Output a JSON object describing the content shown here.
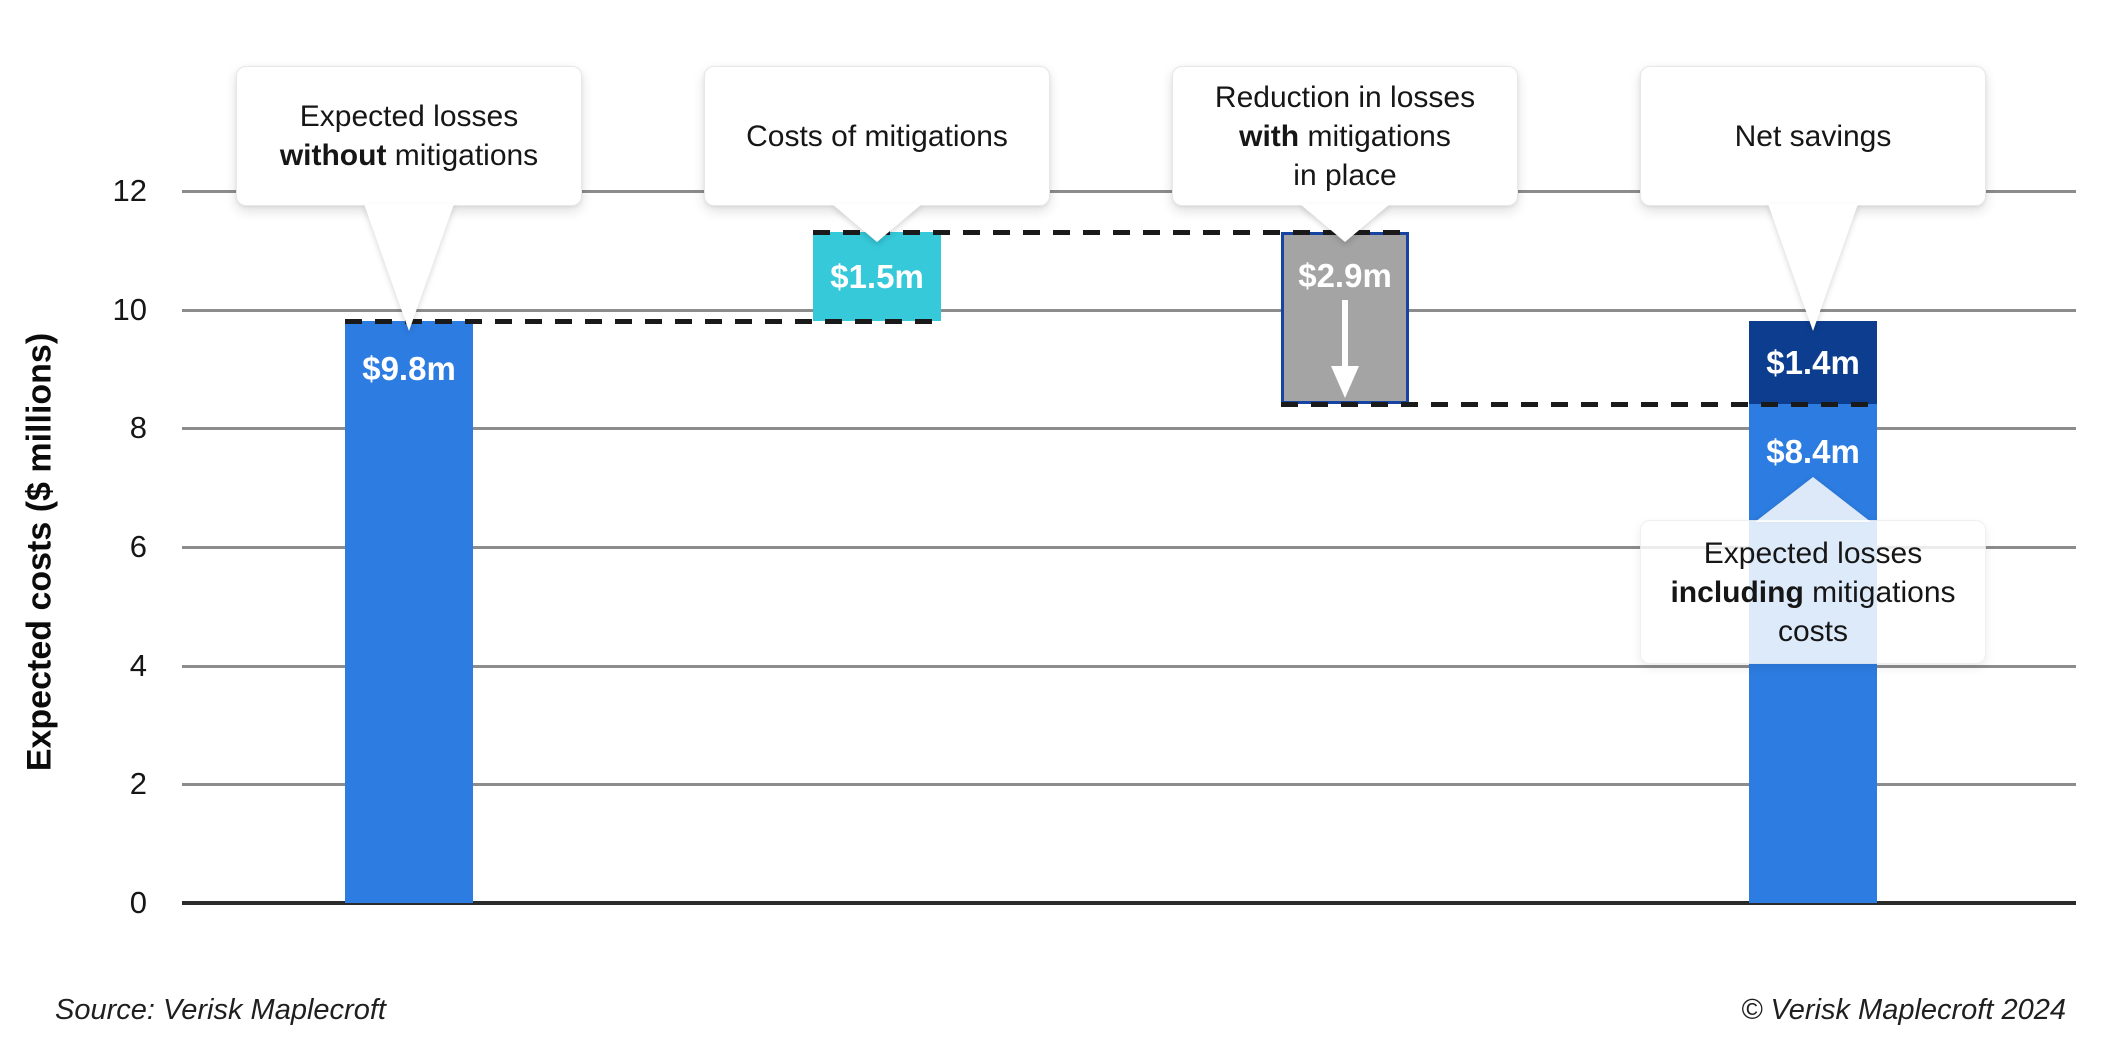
{
  "axis": {
    "title": "Expected costs ($ millions)"
  },
  "footer": {
    "source": "Source: Verisk Maplecroft",
    "copyright": "© Verisk Maplecroft 2024"
  },
  "colors": {
    "blue": "#2d7ce1",
    "cyan": "#36c9da",
    "navy": "#0d3d8f",
    "gray": "#a4a4a4",
    "navy_border": "#1744a0",
    "dash": "#1a1a1a",
    "grid": "#8c8c8c",
    "baseline": "#2b2b2b"
  },
  "chart_data": {
    "type": "bar",
    "subtype": "waterfall",
    "title": "",
    "ylabel": "Expected costs ($ millions)",
    "ylim": [
      0,
      12
    ],
    "yticks": [
      0,
      2,
      4,
      6,
      8,
      10,
      12
    ],
    "grid": true,
    "legend": false,
    "units": "$ millions",
    "bars": [
      {
        "key": "expected-losses-without-mitigations",
        "value_label": "$9.8m",
        "value": 9.8,
        "start": 0,
        "end": 9.8,
        "color": "blue"
      },
      {
        "key": "costs-of-mitigations",
        "value_label": "$1.5m",
        "value": 1.5,
        "start": 9.8,
        "end": 11.3,
        "color": "cyan"
      },
      {
        "key": "reduction-in-losses-with-mitigations",
        "value_label": "$2.9m",
        "value": -2.9,
        "start": 11.3,
        "end": 8.4,
        "color": "gray",
        "border_color": "navy_border",
        "arrow": "down"
      },
      {
        "key": "final-expected-costs",
        "segments": [
          {
            "key": "net-savings",
            "value_label": "$1.4m",
            "value": 1.4,
            "start": 8.4,
            "end": 9.8,
            "color": "navy"
          },
          {
            "key": "expected-losses-including-mitigations-costs",
            "value_label": "$8.4m",
            "value": 8.4,
            "start": 0,
            "end": 8.4,
            "color": "blue"
          }
        ]
      }
    ],
    "connectors": [
      {
        "level": 9.8,
        "from_bar": 0,
        "to_bar": 1
      },
      {
        "level": 11.3,
        "from_bar": 1,
        "to_bar": 2
      },
      {
        "level": 8.4,
        "from_bar": 2,
        "to_bar": 3
      }
    ],
    "callouts": [
      {
        "key": "expected-losses-without-mitigations",
        "target_bar": 0,
        "position": "top",
        "lines": [
          [
            {
              "t": "Expected losses"
            }
          ],
          [
            {
              "t": "without",
              "b": true
            },
            {
              "t": " mitigations"
            }
          ]
        ]
      },
      {
        "key": "costs-of-mitigations",
        "target_bar": 1,
        "position": "top",
        "lines": [
          [
            {
              "t": "Costs of mitigations"
            }
          ]
        ]
      },
      {
        "key": "reduction-in-losses-with-mitigations-in-place",
        "target_bar": 2,
        "position": "top",
        "lines": [
          [
            {
              "t": "Reduction in losses"
            }
          ],
          [
            {
              "t": "with",
              "b": true
            },
            {
              "t": " mitigations"
            }
          ],
          [
            {
              "t": "in place"
            }
          ]
        ]
      },
      {
        "key": "net-savings",
        "target_bar": 3,
        "position": "top",
        "lines": [
          [
            {
              "t": "Net savings"
            }
          ]
        ]
      },
      {
        "key": "expected-losses-including-mitigations-costs",
        "target_bar": 3,
        "position": "below",
        "translucent": true,
        "lines": [
          [
            {
              "t": "Expected losses"
            }
          ],
          [
            {
              "t": "including",
              "b": true
            },
            {
              "t": " mitigations"
            }
          ],
          [
            {
              "t": "costs"
            }
          ]
        ]
      }
    ]
  }
}
